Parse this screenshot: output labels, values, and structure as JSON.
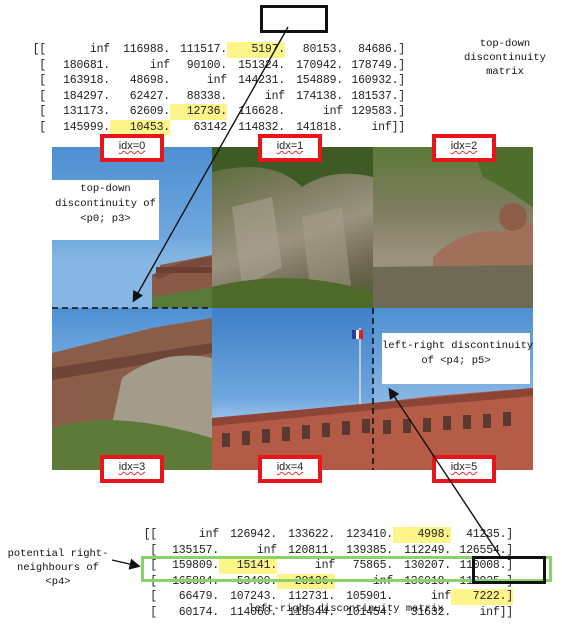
{
  "top_matrix": {
    "rows": [
      [
        "[[",
        "inf",
        "116988.",
        "111517.",
        "5197.",
        "80153.",
        "84686.]"
      ],
      [
        "[",
        "180681.",
        "inf",
        "90100.",
        "151324.",
        "170942.",
        "178749.]"
      ],
      [
        "[",
        "163918.",
        "48698.",
        "inf",
        "144231.",
        "154889.",
        "160932.]"
      ],
      [
        "[",
        "184297.",
        "62427.",
        "88338.",
        "inf",
        "174138.",
        "181537.]"
      ],
      [
        "[",
        "131173.",
        "62609.",
        "12736.",
        "116628.",
        "inf",
        "129583.]"
      ],
      [
        "[",
        "145999.",
        "10453.",
        "63142",
        "114832.",
        "141818.",
        "inf]]"
      ]
    ],
    "highlighted": [
      [
        0,
        4
      ],
      [
        4,
        3
      ],
      [
        5,
        2
      ]
    ],
    "caption": "top-down\ndiscontinuity\nmatrix"
  },
  "patches": [
    {
      "label": "idx=0",
      "label_color": "#e8161b"
    },
    {
      "label": "idx=1",
      "label_color": "#e8161b"
    },
    {
      "label": "idx=2",
      "label_color": "#e8161b"
    },
    {
      "label": "idx=3",
      "label_color": "#e8161b"
    },
    {
      "label": "idx=4",
      "label_color": "#e8161b"
    },
    {
      "label": "idx=5",
      "label_color": "#e8161b"
    }
  ],
  "callouts": {
    "top_down": "top-down\ndiscontinuity of\n<p0; p3>",
    "left_right": "left-right discontinuity\nof <p4; p5>"
  },
  "bottom_matrix": {
    "rows": [
      [
        "[[",
        "inf",
        "126942.",
        "133622.",
        "123410.",
        "4998.",
        "41235.]"
      ],
      [
        "[",
        "135157.",
        "inf",
        "120811.",
        "139385.",
        "112249.",
        "126554.]"
      ],
      [
        "[",
        "159809.",
        "15141.",
        "inf",
        "75865.",
        "130207.",
        "110008.]"
      ],
      [
        "[",
        "165884.",
        "53400.",
        "20136.",
        "inf",
        "136018.",
        "112925.]"
      ],
      [
        "[",
        "66479.",
        "107243.",
        "112731.",
        "105901.",
        "inf",
        "7222.]"
      ],
      [
        "[",
        "60174.",
        "114060.",
        "118344.",
        "101454.",
        "31632.",
        "inf]]"
      ]
    ],
    "highlighted": [
      [
        0,
        5
      ],
      [
        2,
        2
      ],
      [
        3,
        3
      ],
      [
        4,
        6
      ]
    ],
    "caption": "left-right discontinuity matrix"
  },
  "side_label": "potential right-\nneighbours of\n<p4>",
  "colors": {
    "label_border": "#e8161b",
    "highlight": "#fdf58a",
    "black_box": "#111111",
    "green_box": "#8cd26a"
  }
}
